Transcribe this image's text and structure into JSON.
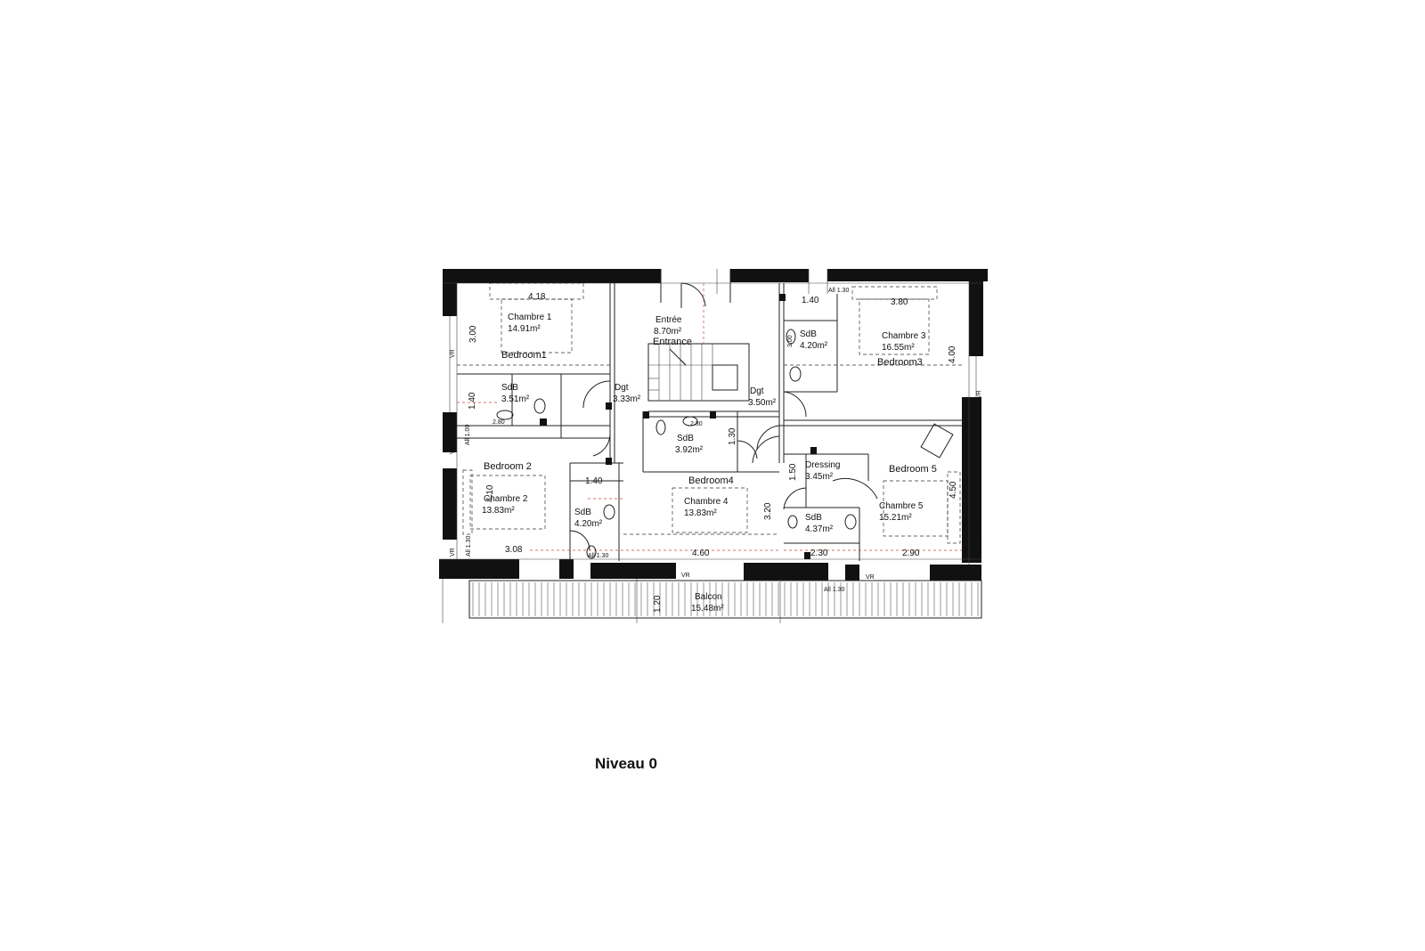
{
  "level_title": "Niveau 0",
  "rooms": {
    "chambre1": {
      "name": "Chambre 1",
      "area": "14.91m²",
      "en": "Bedroom1"
    },
    "chambre2": {
      "name": "Chambre 2",
      "area": "13.83m²",
      "en": "Bedroom 2"
    },
    "chambre3": {
      "name": "Chambre 3",
      "area": "16.55m²",
      "en": "Bedroom3"
    },
    "chambre4": {
      "name": "Chambre 4",
      "area": "13.83m²",
      "en": "Bedroom4"
    },
    "chambre5": {
      "name": "Chambre 5",
      "area": "15.21m²",
      "en": "Bedroom 5"
    },
    "entree": {
      "name": "Entrée",
      "area": "8.70m²",
      "en": "Entrance"
    },
    "dgt_left": {
      "name": "Dgt",
      "area": "3.33m²"
    },
    "dgt_right": {
      "name": "Dgt",
      "area": "3.50m²"
    },
    "sdb1": {
      "name": "SdB",
      "area": "3.51m²"
    },
    "sdb2": {
      "name": "SdB",
      "area": "4.20m²"
    },
    "sdb3": {
      "name": "SdB",
      "area": "4.20m²"
    },
    "sdb4": {
      "name": "SdB",
      "area": "3.92m²"
    },
    "sdb5": {
      "name": "SdB",
      "area": "4.37m²"
    },
    "dressing": {
      "name": "Dressing",
      "area": "3.45m²"
    },
    "balcon": {
      "name": "Balcon",
      "area": "15.48m²"
    }
  },
  "dimensions": {
    "d418": "4.18",
    "d300": "3.00",
    "d140a": "1.40",
    "d280a": "2.80",
    "d410": "4.10",
    "d140b": "1.40",
    "d308": "3.08",
    "d460": "4.60",
    "d280b": "2.80",
    "d130": "1.30",
    "d320": "3.20",
    "d150": "1.50",
    "d230": "2.30",
    "d290": "2.90",
    "d450": "4.50",
    "d380": "3.80",
    "d400": "4.00",
    "d140c": "1.40",
    "d120": "1.20",
    "d300b": "3.00"
  },
  "annotations": {
    "vr": "VR",
    "all130": "All 1.30",
    "all100": "All 1.00"
  }
}
